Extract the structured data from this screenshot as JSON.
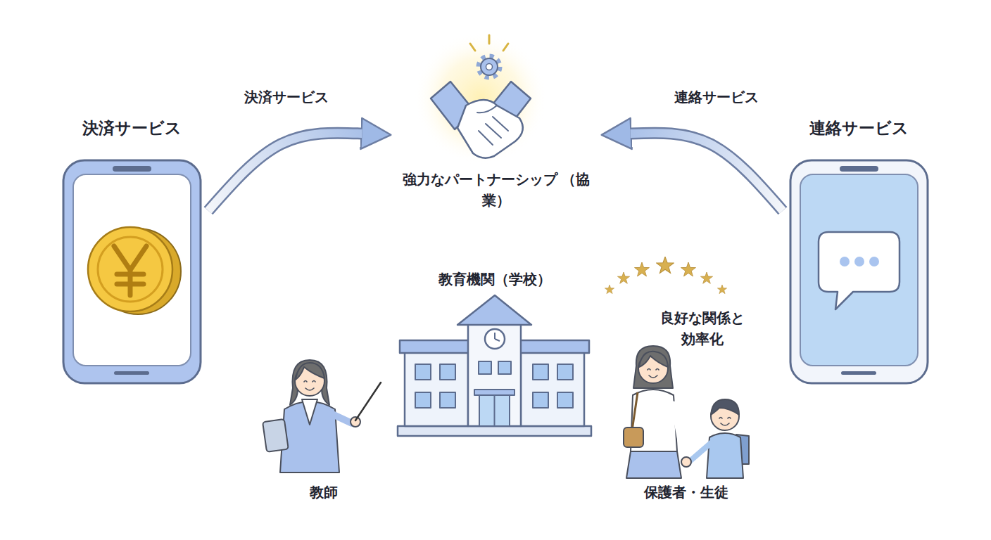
{
  "diagram": {
    "nodes": [
      {
        "text": [
          "決済サービス"
        ]
      },
      {
        "text": [
          "強力なパートナーシップ （協業）"
        ]
      },
      {
        "text": [
          "連絡サービス"
        ]
      },
      {
        "text": [
          "教育機関（学校）"
        ]
      },
      {
        "text": [
          "教師"
        ]
      },
      {
        "text": [
          "保護者・生徒"
        ]
      }
    ],
    "edges": [
      {
        "from": 0,
        "to": 1,
        "label": "決済サービス",
        "arrow": "to"
      },
      {
        "from": 2,
        "to": 1,
        "label": "連絡サービス",
        "arrow": "to"
      }
    ],
    "labels": [
      "良好な関係と 効率化"
    ]
  }
}
